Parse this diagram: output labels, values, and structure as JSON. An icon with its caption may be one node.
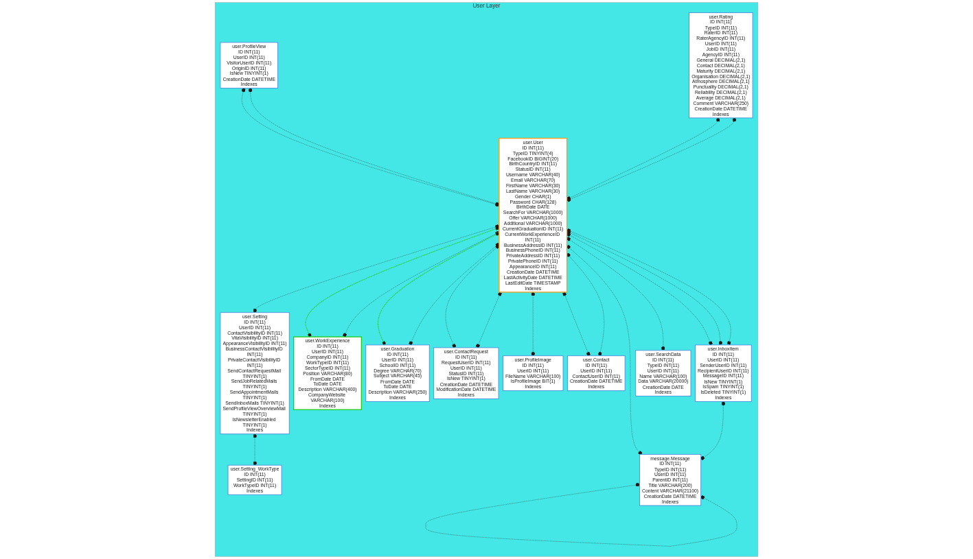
{
  "diagram": {
    "nodes": [
      {
        "text": [
          "User Layer"
        ]
      },
      {
        "text": [
          "user.InboxItem",
          "ID INT(11)",
          "UserID INT(11)",
          "SenderUserID INT(11)",
          "RecipientUserID INT(11)",
          "MessageID INT(11)",
          "IsNew TINYINT(1)",
          "IsSpam TINYINT(1)",
          "IsDeleted TINYINT(1)",
          "Indexes"
        ],
        "in": 0
      },
      {
        "text": [
          "user.ProfileView",
          "ID INT(11)",
          "UserID INT(11)",
          "VisitorUserID INT(11)",
          "OriginID INT(11)",
          "IsNew TINYINT(1)",
          "CreationDate DATETIME",
          "Indexes"
        ],
        "in": 0
      },
      {
        "text": [
          "user.User",
          "ID INT(11)",
          "TypeID TINYINT(4)",
          "FacebookID BIGINT(20)",
          "BirthCountryID INT(11)",
          "StatusID INT(11)",
          "Username VARCHAR(40)",
          "Email VARCHAR(70)",
          "FirstName VARCHAR(30)",
          "LastName VARCHAR(30)",
          "Gender CHAR(1)",
          "Password CHAR(128)",
          "BirthDate DATE",
          "SearchFor VARCHAR(1000)",
          "Offer VARCHAR(1000)",
          "Additional VARCHAR(1000)",
          "CurrentGraduationID INT(11)",
          "CurrentWorkExperienceID INT(11)",
          "BusinessAddressID INT(11)",
          "BusinessPhoneID INT(11)",
          "PrivateAddressID INT(11)",
          "PrivatePhoneID INT(11)",
          "AppearanceID INT(11)",
          "CreationDate DATETIME",
          "LastActivityDate DATETIME",
          "LastEditDate TIMESTAMP",
          "Indexes"
        ],
        "in": 0
      },
      {
        "text": [
          "user.WorkExperience",
          "ID INT(11)",
          "UserID INT(11)",
          "CompanyID INT(11)",
          "WorkTypeID INT(11)",
          "SectorTypeID INT(11)",
          "Position VARCHAR(80)",
          "FromDate DATE",
          "ToDate DATE",
          "Description VARCHAR(400)",
          "CompanyWebsite VARCHAR(100)",
          "Indexes"
        ],
        "in": 0
      },
      {
        "text": [
          "user.Graduation",
          "ID INT(11)",
          "UserID INT(11)",
          "SchoolID INT(11)",
          "Degree VARCHAR(70)",
          "Subject VARCHAR(45)",
          "FromDate DATE",
          "ToDate DATE",
          "Description VARCHAR(250)",
          "Indexes"
        ],
        "in": 0
      },
      {
        "text": [
          "user.Rating",
          "ID INT(11)",
          "TypeID INT(11)",
          "RaterID INT(11)",
          "RaterAgencyID INT(11)",
          "UserID INT(11)",
          "JobID INT(11)",
          "AgencyID INT(11)",
          "General DECIMAL(2,1)",
          "Contact DECIMAL(2,1)",
          "Maturity DECIMAL(2,1)",
          "Organisation DECIMAL(2,1)",
          "Atmosphere DECIMAL(2,1)",
          "Punctuality DECIMAL(2,1)",
          "Reliability DECIMAL(2,1)",
          "Average DECIMAL(2,1)",
          "Comment VARCHAR(250)",
          "CreationDate DATETIME",
          "Indexes"
        ],
        "in": 0
      },
      {
        "text": [
          "user.ContactRequest",
          "ID INT(11)",
          "RequestUserID INT(11)",
          "UserID INT(11)",
          "StatusID INT(11)",
          "IsNew TINYINT(1)",
          "CreationDate DATETIME",
          "ModificationDate DATETIME",
          "Indexes"
        ],
        "in": 0
      },
      {
        "text": [
          "user.ProfileImage",
          "ID INT(11)",
          "UserID INT(11)",
          "FileName VARCHAR(100)",
          "IsProfileImage BIT(1)",
          "Indexes"
        ],
        "in": 0
      },
      {
        "text": [
          "user.Contact",
          "ID INT(11)",
          "UserID INT(11)",
          "ContactUserID INT(11)",
          "CreationDate DATETIME",
          "Indexes"
        ],
        "in": 0
      },
      {
        "text": [
          "user.Setting",
          "ID INT(11)",
          "UserID INT(11)",
          "ContactVisibilityID INT(11)",
          "VitaVisibilityID INT(11)",
          "AppearanceVisibilityID INT(11)",
          "BusinessContactVisibilityID INT(11)",
          "PrivateContactVisibilityID INT(11)",
          "SendContactRequestMail TINYINT(1)",
          "SendJobRelatedMails TINYINT(1)",
          "SendAppointmentMails TINYINT(1)",
          "SendInboxMails TINYINT(1)",
          "SendProfileViewOverviewMail TINYINT(1)",
          "IsNewsletterEnabled TINYINT(1)",
          "Indexes"
        ],
        "in": 0
      },
      {
        "text": [
          "user.SearchData",
          "ID INT(11)",
          "TypeID INT(11)",
          "UserID INT(11)",
          "Name VARCHAR(100)",
          "Data VARCHAR(20000)",
          "CreationDate DATE",
          "Indexes"
        ],
        "in": 0
      },
      {
        "text": [
          "message.Message",
          "ID INT(11)",
          "TypeID INT(11)",
          "UserID INT(11)",
          "ParentID INT(11)",
          "Title VARCHAR(200)",
          "Content VARCHAR(21100)",
          "CreationDate DATETIME",
          "Indexes"
        ],
        "in": 0
      },
      {
        "text": [
          "user.Setting_WorkType",
          "ID INT(11)",
          "SettingID INT(11)",
          "WorkTypeID INT(11)",
          "Indexes"
        ],
        "in": 0
      }
    ],
    "edges": [
      {
        "from": 3,
        "to": 1,
        "arrow": "other",
        "style": "dashed"
      },
      {
        "from": 3,
        "to": 1,
        "arrow": "other",
        "style": "dashed"
      },
      {
        "from": 3,
        "to": 1,
        "arrow": "other",
        "style": "dashed"
      },
      {
        "from": 2,
        "to": 3,
        "arrow": "other",
        "style": "dashed"
      },
      {
        "from": 2,
        "to": 3,
        "arrow": "other",
        "style": "dashed"
      },
      {
        "from": 4,
        "to": 3,
        "arrow": "other",
        "style": "dashed"
      },
      {
        "from": 3,
        "to": 4,
        "arrow": "other",
        "style": "dashed",
        "color": "#22cc22"
      },
      {
        "from": 5,
        "to": 3,
        "arrow": "other",
        "style": "dashed"
      },
      {
        "from": 3,
        "to": 5,
        "arrow": "other",
        "style": "dashed",
        "color": "#22cc22"
      },
      {
        "from": 6,
        "to": 3,
        "arrow": "other",
        "style": "dashed"
      },
      {
        "from": 6,
        "to": 3,
        "arrow": "other",
        "style": "dashed"
      },
      {
        "from": 3,
        "to": 7,
        "arrow": "other",
        "style": "dashed"
      },
      {
        "from": 3,
        "to": 7,
        "arrow": "other",
        "style": "dashed"
      },
      {
        "from": 3,
        "to": 8,
        "arrow": "other",
        "style": "dashed"
      },
      {
        "from": 3,
        "to": 9,
        "arrow": "other",
        "style": "dashed"
      },
      {
        "from": 3,
        "to": 9,
        "arrow": "other",
        "style": "dashed"
      },
      {
        "from": 3,
        "to": 10,
        "arrow": "other",
        "style": "dashed"
      },
      {
        "from": 10,
        "to": 13,
        "arrow": "other",
        "style": "dashed"
      },
      {
        "from": 3,
        "to": 11,
        "arrow": "other",
        "style": "dashed"
      },
      {
        "from": 3,
        "to": 12,
        "arrow": "other",
        "style": "dashed"
      },
      {
        "from": 12,
        "to": 12,
        "arrow": "other",
        "style": "dashed"
      },
      {
        "from": 1,
        "to": 12,
        "arrow": "other",
        "style": "dashed"
      }
    ]
  }
}
